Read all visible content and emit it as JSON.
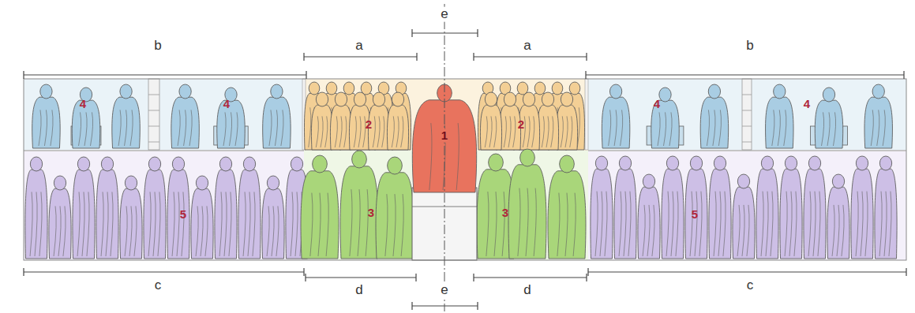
{
  "diagram": {
    "labels": [
      "e",
      "b",
      "a",
      "a",
      "b",
      "4",
      "4",
      "2",
      "1",
      "2",
      "4",
      "4",
      "5",
      "3",
      "3",
      "5",
      "c",
      "d",
      "e",
      "d",
      "c"
    ]
  }
}
